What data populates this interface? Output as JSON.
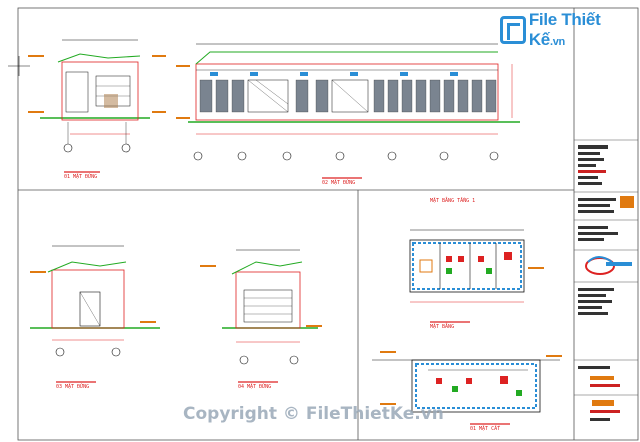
{
  "watermark_logo": {
    "text_main": "File",
    "text_sub": "Thiết Kế",
    "text_domain": ".vn"
  },
  "copyright": "Copyright © FileThietKe.vn",
  "drawings": {
    "top_left_label": "01 MẶT ĐỨNG",
    "top_right_label": "02 MẶT ĐỨNG",
    "bottom_left_label": "03 MẶT ĐỨNG",
    "bottom_mid_label": "04 MẶT ĐỨNG",
    "plan_title": "MẶT BẰNG TẦNG 1",
    "plan_label_1": "MẶT BẰNG",
    "plan_label_2": "01 MẶT CẮT"
  },
  "colors": {
    "accent": "#2a8ed6",
    "line_red": "#e02020",
    "line_green": "#22aa22",
    "line_black": "#111111"
  }
}
